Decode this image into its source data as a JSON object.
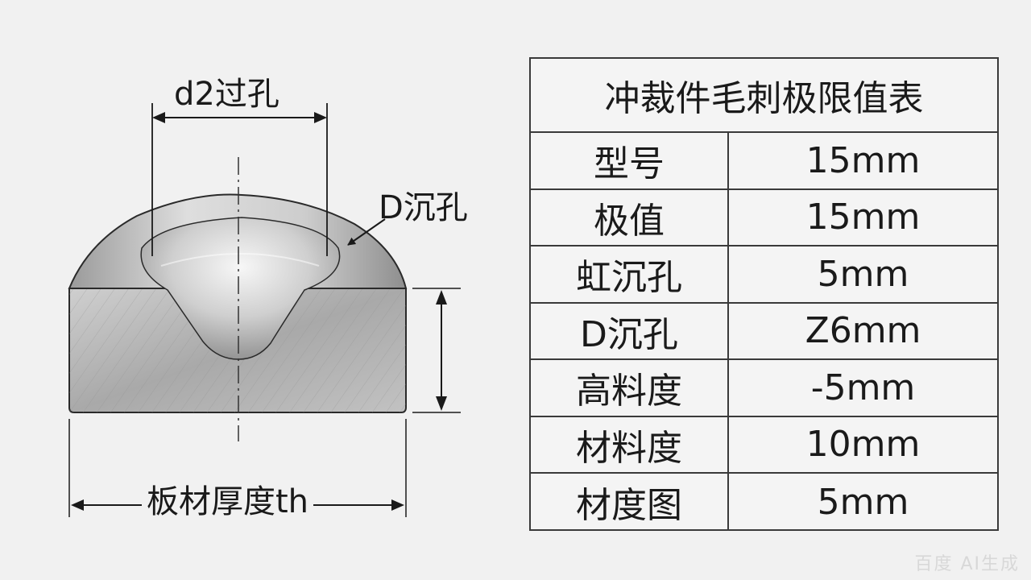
{
  "diagram": {
    "label_d2": "d2过孔",
    "label_D": "D沉孔",
    "label_th": "板材厚度th"
  },
  "table": {
    "title": "冲裁件毛刺极限值表",
    "rows": [
      {
        "label": "型号",
        "value": "15mm"
      },
      {
        "label": "极值",
        "value": "15mm"
      },
      {
        "label": "虹沉孔",
        "value": "5mm"
      },
      {
        "label": "D沉孔",
        "value": "Z6mm"
      },
      {
        "label": "高料度",
        "value": "-5mm"
      },
      {
        "label": "材料度",
        "value": "10mm"
      },
      {
        "label": "材度图",
        "value": "5mm"
      }
    ]
  },
  "watermark": "百度 AI生成",
  "colors": {
    "background": "#f1f1f1",
    "metal_light": "#e2e2e2",
    "metal_dark": "#8d8d8d",
    "outline": "#2a2a2a"
  }
}
